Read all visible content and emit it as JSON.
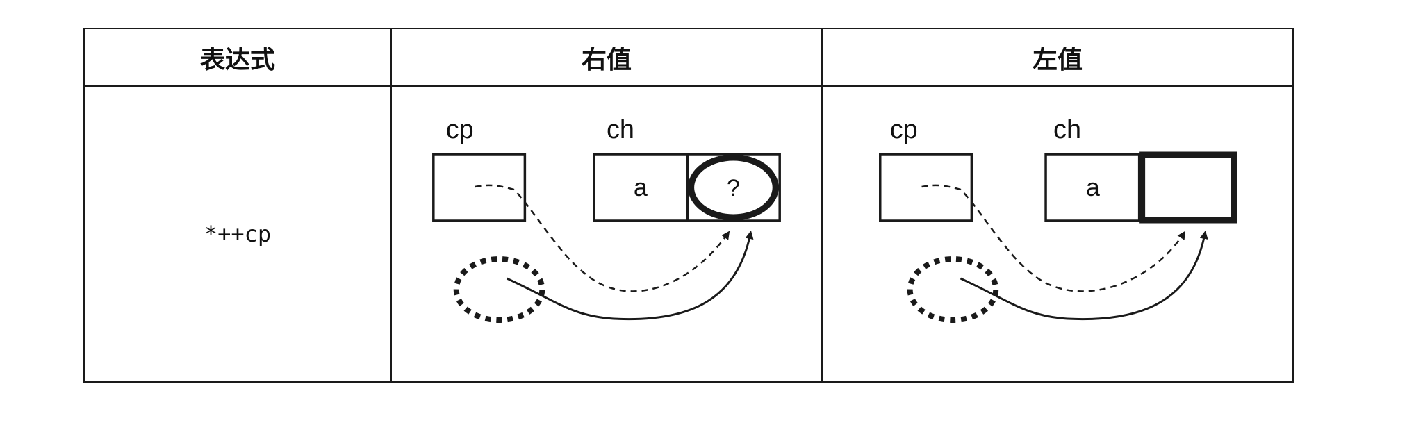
{
  "table": {
    "headers": [
      "表达式",
      "右值",
      "左值"
    ],
    "expression": "*++cp"
  },
  "diagram": {
    "pointer_label": "cp",
    "target_label": "ch",
    "char_value": "a",
    "unknown_value": "?"
  },
  "colors": {
    "line": "#1a1a1a",
    "background": "#ffffff"
  }
}
